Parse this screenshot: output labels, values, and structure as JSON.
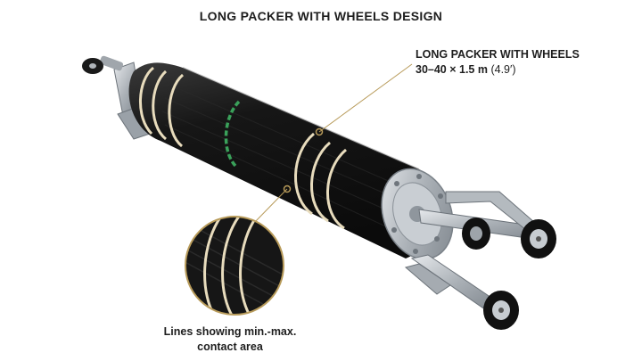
{
  "title": "LONG PACKER WITH WHEELS DESIGN",
  "product_label": {
    "name": "LONG PACKER WITH WHEELS",
    "spec": "30–40 × 1.5 m",
    "spec_unit": "(4.9′)"
  },
  "caption": {
    "line1": "Lines showing min.-max.",
    "line2": "contact area"
  },
  "colors": {
    "text": "#1e1e1e",
    "rubber": "#141414",
    "contact_line": "#e8dcbd",
    "green_stripe": "#3aa15a",
    "leader_line": "#b89b5a",
    "metal": "#b8bdc2"
  }
}
